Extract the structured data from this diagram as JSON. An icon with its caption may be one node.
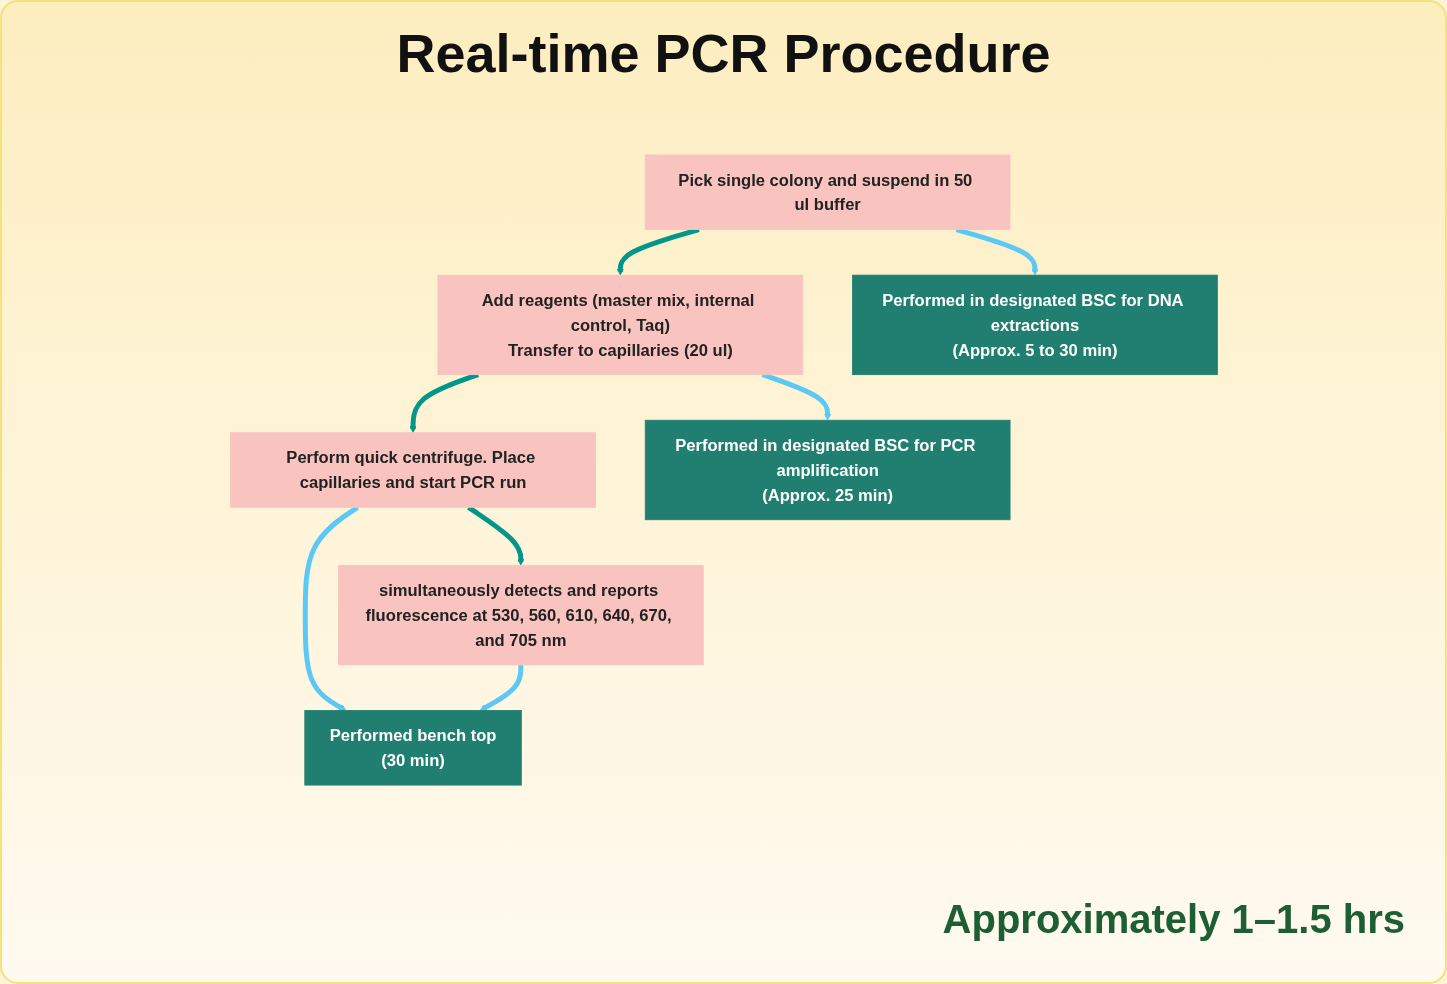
{
  "diagram": {
    "title": "Real-time PCR Procedure",
    "nodes": [
      {
        "text": [
          "Pick single colony and suspend in 50 ul buffer"
        ]
      },
      {
        "text": [
          "Add reagents (master mix, internal control, Taq)",
          "Transfer to capillaries (20 ul)"
        ]
      },
      {
        "text": [
          "Perform quick centrifuge. Place capillaries and start PCR run"
        ]
      },
      {
        "text": [
          "simultaneously detects and reports fluorescence at 530, 560, 610, 640, 670, and 705 nm"
        ]
      },
      {
        "text": [
          "Performed in designated BSC for DNA extractions",
          "(Approx. 5 to 30 min)"
        ]
      },
      {
        "text": [
          "Performed in designated BSC for PCR amplification",
          "(Approx. 25 min)"
        ]
      },
      {
        "text": [
          "Performed bench top",
          "(30 min)"
        ]
      }
    ],
    "edges": [
      {
        "from": 0,
        "to": 1,
        "arrow": "to",
        "color": "#00968a"
      },
      {
        "from": 0,
        "to": 4,
        "arrow": "to"
      },
      {
        "from": 1,
        "to": 2,
        "arrow": "to",
        "color": "#00968a"
      },
      {
        "from": 1,
        "to": 5,
        "arrow": "to"
      },
      {
        "from": 2,
        "to": 3,
        "arrow": "to",
        "color": "#00968a"
      },
      {
        "from": 2,
        "to": 6,
        "arrow": "to"
      },
      {
        "from": 3,
        "to": 6,
        "arrow": "to"
      }
    ],
    "labels": [
      "Approximately 1–1.5 hrs"
    ]
  }
}
